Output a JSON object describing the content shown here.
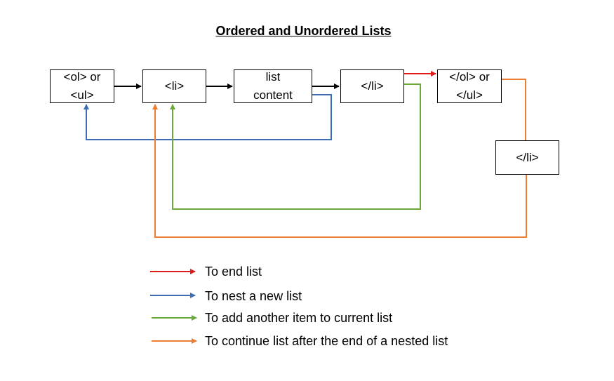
{
  "title": "Ordered and Unordered Lists",
  "nodes": {
    "open_list": {
      "line1": "<ol> or",
      "line2": "<ul>"
    },
    "li_open": {
      "label": "<li>"
    },
    "list_content": {
      "line1": "list",
      "line2": "content"
    },
    "li_close": {
      "label": "</li>"
    },
    "close_list": {
      "line1": "</ol> or",
      "line2": "</ul>"
    },
    "li_close_outer": {
      "label": "</li>"
    }
  },
  "colors": {
    "black": "#000000",
    "red": "#e01b1b",
    "blue": "#3d6eb4",
    "green": "#6aaa3b",
    "orange": "#ed7d31"
  },
  "legend": [
    {
      "label": "To end list",
      "color": "#e01b1b"
    },
    {
      "label": "To nest a new list",
      "color": "#3d6eb4"
    },
    {
      "label": "To add another item to current list",
      "color": "#6aaa3b"
    },
    {
      "label": "To continue list after the end of a nested list",
      "color": "#ed7d31"
    }
  ]
}
